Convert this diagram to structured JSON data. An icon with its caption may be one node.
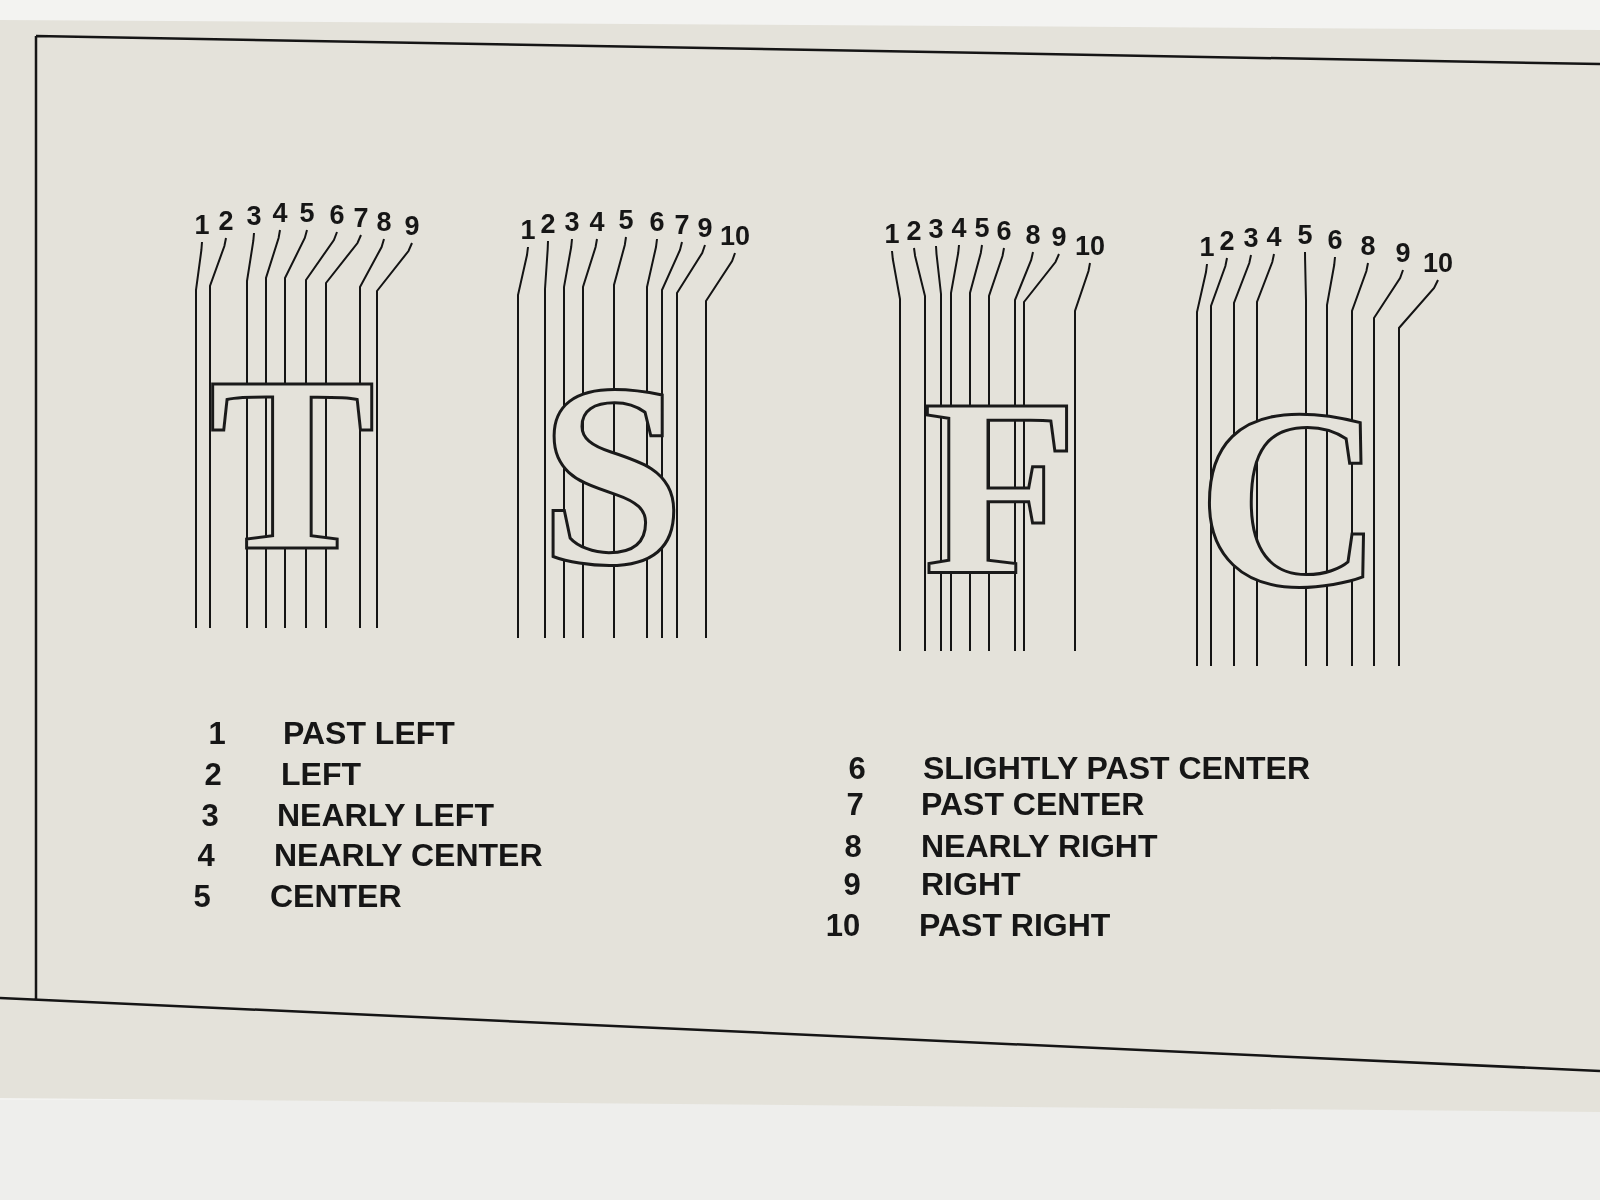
{
  "diagram": {
    "labels": [
      "1",
      "2",
      "3",
      "4",
      "5",
      "6",
      "7",
      "8",
      "9",
      "1",
      "2",
      "3",
      "4",
      "5",
      "6",
      "7",
      "9",
      "10",
      "1",
      "2",
      "3",
      "4",
      "5",
      "6",
      "8",
      "9",
      "10",
      "1",
      "2",
      "3",
      "4",
      "5",
      "6",
      "8",
      "9",
      "10",
      "T",
      "S",
      "F",
      "C",
      "1",
      "PAST LEFT",
      "2",
      "LEFT",
      "3",
      "NEARLY LEFT",
      "4",
      "NEARLY CENTER",
      "5",
      "CENTER",
      "6",
      "SLIGHTLY PAST CENTER",
      "7",
      "PAST CENTER",
      "8",
      "NEARLY RIGHT",
      "9",
      "RIGHT",
      "10",
      "PAST RIGHT"
    ]
  }
}
